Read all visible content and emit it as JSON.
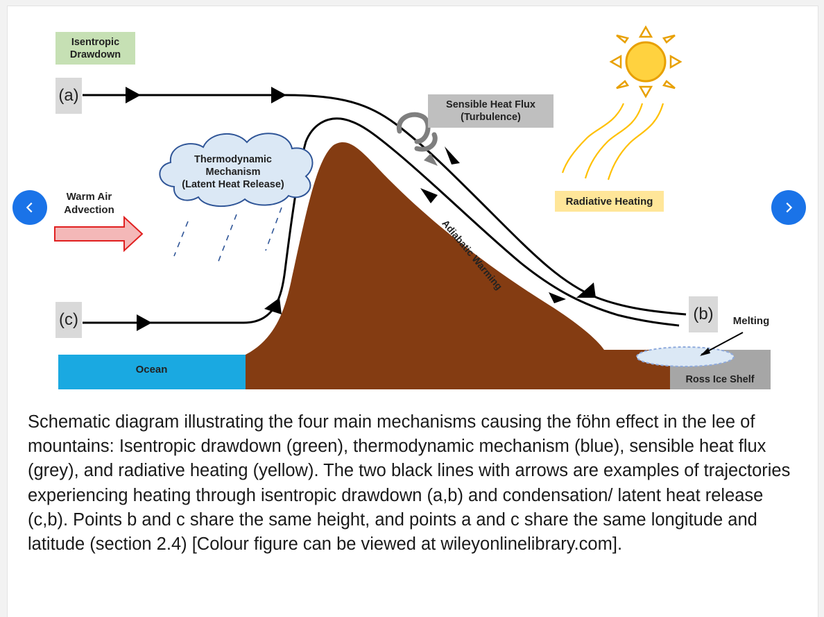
{
  "figure": {
    "isentropic_label": "Isentropic\nDrawdown",
    "point_a": "(a)",
    "point_b": "(b)",
    "point_c": "(c)",
    "warm_air_label": "Warm Air\nAdvection",
    "thermo_label": "Thermodynamic\nMechanism\n(Latent Heat Release)",
    "sensible_label": "Sensible Heat Flux\n(Turbulence)",
    "radiative_label": "Radiative Heating",
    "adiabatic_label": "Adiabatic Warming",
    "melting_label": "Melting",
    "ocean_label": "Ocean",
    "ice_shelf_label": "Ross Ice Shelf"
  },
  "caption": "Schematic diagram illustrating the four main mechanisms causing the föhn effect in the lee of mountains: Isentropic drawdown (green), thermodynamic mechanism (blue), sensible heat flux (grey), and radiative heating (yellow). The two black lines with arrows are examples of trajectories experiencing heating through isentropic drawdown (a,b) and condensation/ latent heat release (c,b). Points b and c share the same height, and points a and c share the same longitude and latitude (section 2.4) [Colour figure can be viewed at wileyonlinelibrary.com].",
  "colors": {
    "isentropic": "#c6e0b4",
    "sensible": "#bfbfbf",
    "radiative": "#ffe699",
    "cloud": "#dbe8f5",
    "mountain": "#843c12",
    "ocean": "#1aa9e1",
    "nav": "#1a73e8"
  },
  "icons": [
    "chevron-left-icon",
    "chevron-right-icon",
    "sun-icon",
    "cloud-icon",
    "turbulence-icon"
  ]
}
